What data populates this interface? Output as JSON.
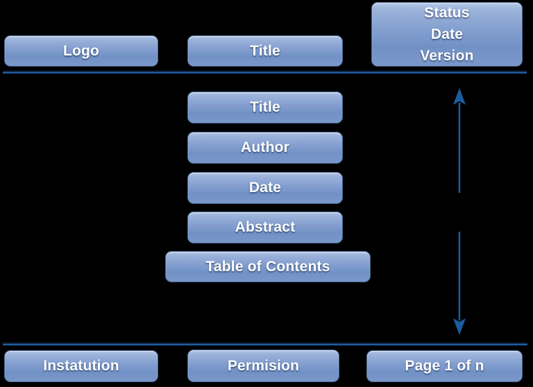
{
  "colors": {
    "background": "#000000",
    "box_gradient_top": "#b7cae8",
    "box_gradient_bottom": "#7b97c9",
    "box_border": "#49658f",
    "rule_blue": "#1f5fa7",
    "rule_shadow": "#10294a",
    "arrow_blue": "#1b5c9e",
    "box_text": "#ffffff"
  },
  "header": {
    "logo_label": "Logo",
    "title_label": "Title",
    "status_line1": "Status",
    "status_line2": "Date",
    "status_line3": "Version"
  },
  "body": {
    "title_label": "Title",
    "author_label": "Author",
    "date_label": "Date",
    "abstract_label": "Abstract",
    "toc_label": "Table of Contents"
  },
  "footer": {
    "institution_label": "Instatution",
    "permission_label": "Permision",
    "page_label": "Page 1 of n"
  }
}
